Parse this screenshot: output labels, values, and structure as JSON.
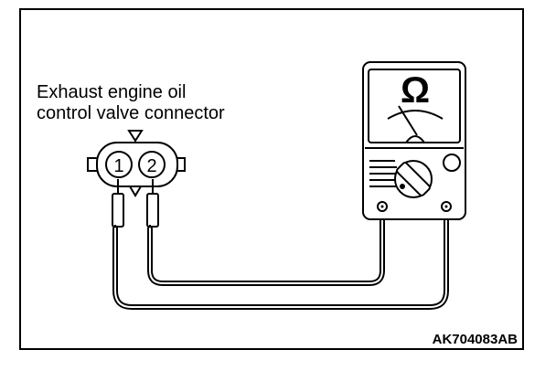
{
  "connector_label": {
    "line1": "Exhaust engine oil",
    "line2": "control valve connector"
  },
  "pins": {
    "pin1": "1",
    "pin2": "2"
  },
  "meter": {
    "unit_symbol": "Ω",
    "icon": "ohmmeter-icon"
  },
  "figure_code": "AK704083AB",
  "colors": {
    "ink": "#000000",
    "paper": "#ffffff"
  }
}
